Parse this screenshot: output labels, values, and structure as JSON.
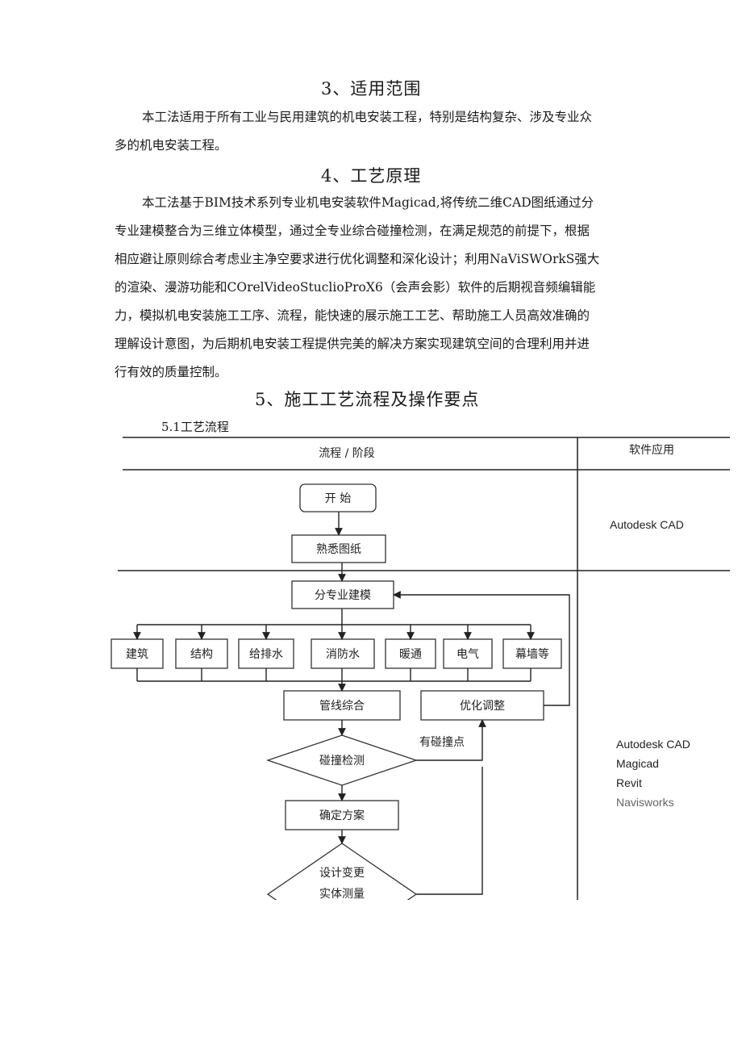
{
  "section3": {
    "heading": "3、适用范围",
    "lines": [
      "本工法适用于所有工业与民用建筑的机电安装工程，特别是结构复杂、涉及专业众",
      "多的机电安装工程。"
    ]
  },
  "section4": {
    "heading": "4、工艺原理",
    "lines": [
      "本工法基于BIM技术系列专业机电安装软件Magicad,将传统二维CAD图纸通过分",
      "专业建模整合为三维立体模型，通过全专业综合碰撞检测，在满足规范的前提下，根据",
      "相应避让原则综合考虑业主净空要求进行优化调整和深化设计；利用NaViSWOrkS强大",
      "的渲染、漫游功能和COrelVideoStuclioProX6（会声会影）软件的后期视音频编辑能",
      "力，模拟机电安装施工工序、流程，能快速的展示施工工艺、帮助施工人员高效准确的",
      "理解设计意图，为后期机电安装工程提供完美的解决方案实现建筑空间的合理利用并进",
      "行有效的质量控制。"
    ]
  },
  "section5": {
    "heading": "5、施工工艺流程及操作要点",
    "sub": "5.1工艺流程"
  },
  "flow": {
    "header_left": "流程 / 阶段",
    "header_right": "软件应用",
    "start": "开  始",
    "familiar": "熟悉图纸",
    "model": "分专业建模",
    "disciplines": [
      "建筑",
      "结构",
      "给排水",
      "消防水",
      "暖通",
      "电气",
      "幕墙等"
    ],
    "integrate": "管线综合",
    "optimize": "优化调整",
    "collision": "碰撞检测",
    "collision_label": "有碰撞点",
    "confirm": "确定方案",
    "change_1": "设计变更",
    "change_2": "实体测量",
    "software_1": [
      "Autodesk CAD"
    ],
    "software_2": [
      "Autodesk CAD",
      "Magicad",
      "Revit",
      "Navisworks"
    ]
  }
}
